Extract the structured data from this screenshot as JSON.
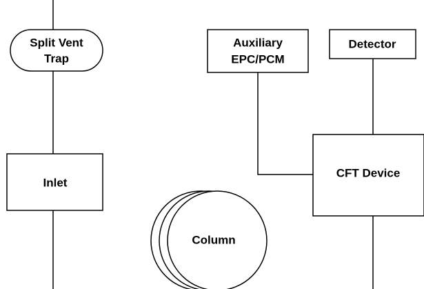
{
  "nodes": {
    "split_vent_trap": {
      "line1": "Split Vent",
      "line2": "Trap"
    },
    "auxiliary": {
      "line1": "Auxiliary",
      "line2": "EPC/PCM"
    },
    "detector": {
      "label": "Detector"
    },
    "inlet": {
      "label": "Inlet"
    },
    "cft_device": {
      "label": "CFT Device"
    },
    "column": {
      "label": "Column"
    }
  }
}
